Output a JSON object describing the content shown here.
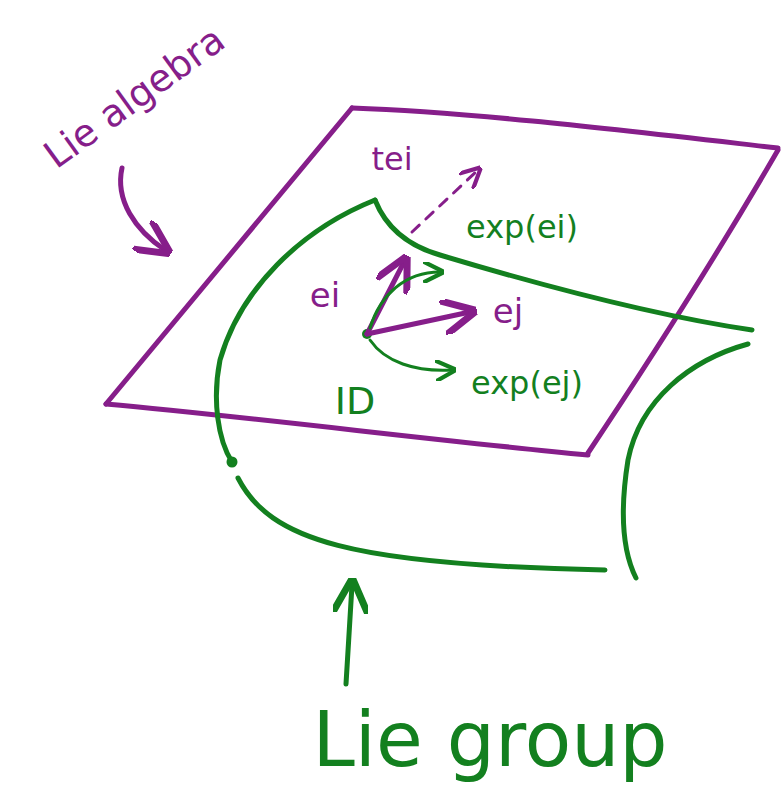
{
  "diagram": {
    "labels": [
      "Lie algebra",
      "tei",
      "exp(ei)",
      "ei",
      "ej",
      "ID",
      "exp(ej)",
      "Lie group"
    ]
  }
}
